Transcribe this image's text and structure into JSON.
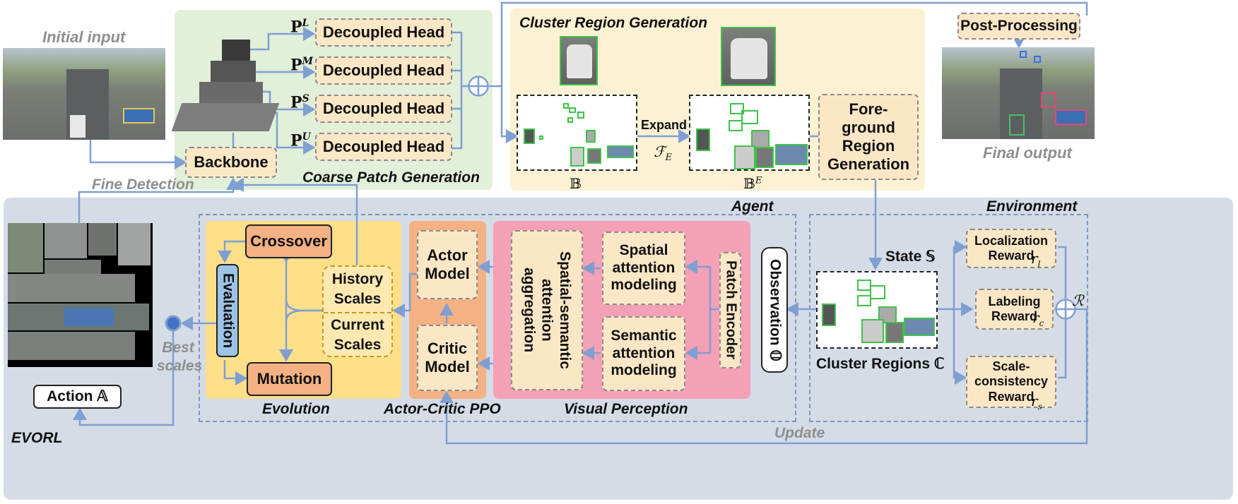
{
  "top": {
    "initial_input": "Initial input",
    "final_output": "Final output",
    "post_processing": "Post-Processing",
    "backbone": "Backbone",
    "fine_detection": "Fine Detection",
    "coarse_patch_generation": "Coarse Patch Generation",
    "decoupled_heads": [
      {
        "sym": "P",
        "sup": "L",
        "label": "Decoupled Head"
      },
      {
        "sym": "P",
        "sup": "M",
        "label": "Decoupled Head"
      },
      {
        "sym": "P",
        "sup": "S",
        "label": "Decoupled Head"
      },
      {
        "sym": "P",
        "sup": "U",
        "label": "Decoupled Head"
      }
    ],
    "cluster_region_generation": "Cluster Region Generation",
    "expand": "Expand",
    "fe_sym": "ℱ",
    "fe_sub": "E",
    "b_sym": "𝔹",
    "be_sym": "𝔹",
    "be_sup": "E",
    "foreground_region": "Fore-ground Region Generation"
  },
  "bottom": {
    "evorl": "EVORL",
    "agent": "Agent",
    "environment": "Environment",
    "update": "Update",
    "best_scales": "Best scales",
    "action": "Action 𝔸",
    "evolution": {
      "title": "Evolution",
      "crossover": "Crossover",
      "mutation": "Mutation",
      "evaluation": "Evaluation",
      "history_scales": "History Scales",
      "current_scales": "Current Scales"
    },
    "ppo": {
      "title": "Actor-Critic PPO",
      "actor": "Actor Model",
      "critic": "Critic Model"
    },
    "perception": {
      "title": "Visual Perception",
      "aggregation": "Spatial-semantic attention aggregation",
      "spatial": "Spatial attention modeling",
      "semantic": "Semantic attention modeling",
      "patch_encoder": "Patch Encoder"
    },
    "observation": "Observation 𝕆",
    "state": "State 𝕊",
    "cluster_regions": "Cluster Regions ℂ",
    "rewards": [
      {
        "label": "Localization Reward",
        "sym": "r",
        "sub": "l"
      },
      {
        "label": "Labeling Reward",
        "sym": "r",
        "sub": "c"
      },
      {
        "label": "Scale-consistency Reward",
        "sym": "r",
        "sub": "s"
      }
    ],
    "reward_sym": "ℛ"
  },
  "colors": {
    "green_panel": "#e2efd9",
    "yellow_panel": "#fdf1d3",
    "evorl_panel": "#d5dce6",
    "evolution_panel": "#fddf8a",
    "ppo_panel": "#f4b183",
    "perception_panel": "#f4a0b6",
    "box_fill": "#fbe7c6",
    "arrow_blue": "#7f9fd3",
    "evaluation_fill": "#9dc3e6"
  }
}
